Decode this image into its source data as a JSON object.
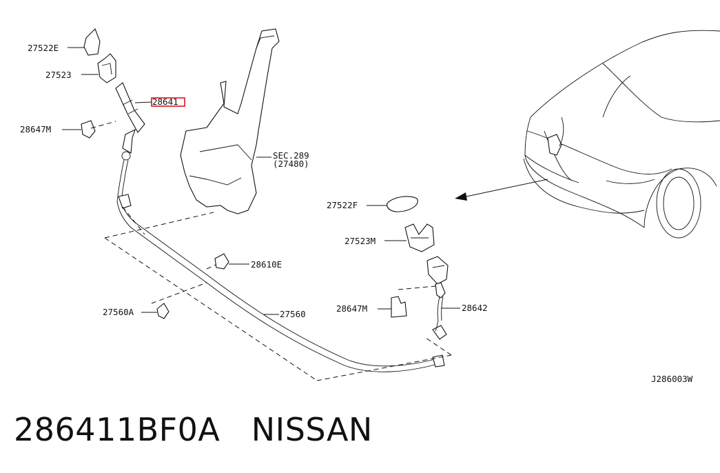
{
  "labels": {
    "p27522e": "27522E",
    "p27523": "27523",
    "p28641": "28641",
    "p28647m_top": "28647M",
    "sec_ref": "SEC.289",
    "sec_sub": "(27480)",
    "p27522f": "27522F",
    "p27523m": "27523M",
    "p28610e": "28610E",
    "p27560a": "27560A",
    "p27560": "27560",
    "p28647m_bottom": "28647M",
    "p28642": "28642",
    "drawing_id": "J286003W"
  },
  "highlight_color": "#e0101a",
  "caption": {
    "part_number": "286411BF0A",
    "brand": "NISSAN"
  }
}
